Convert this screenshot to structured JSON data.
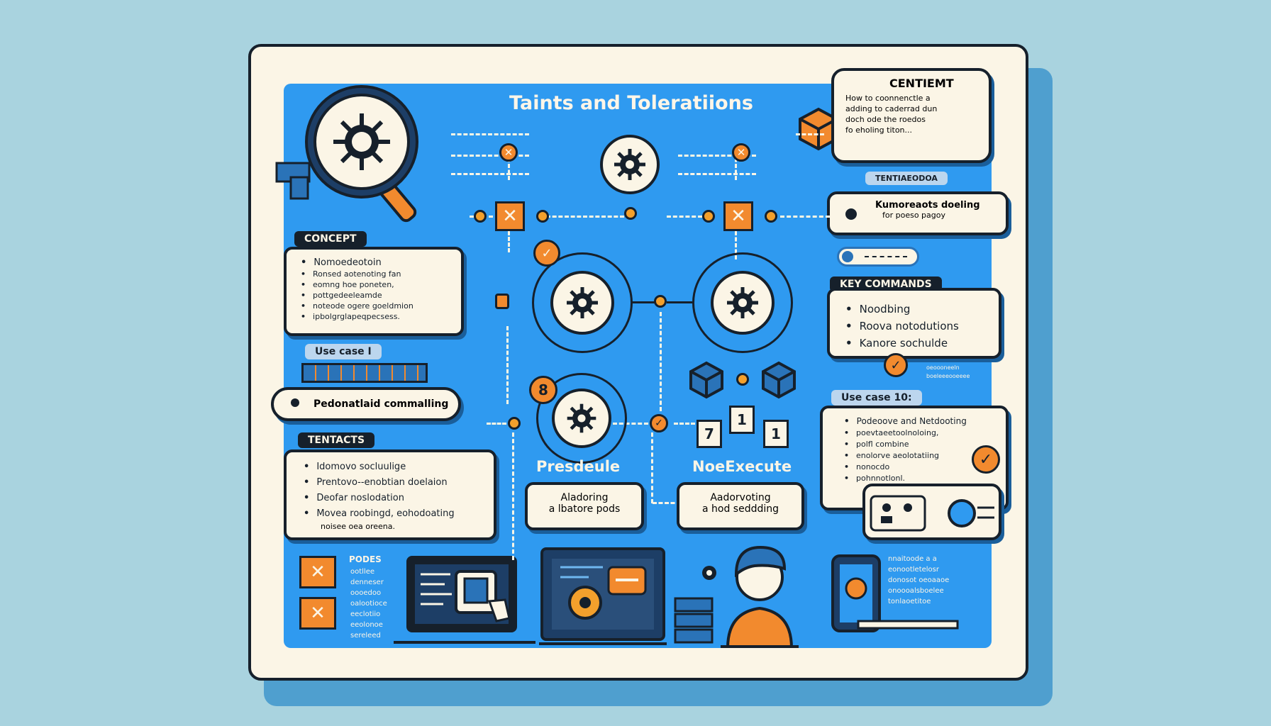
{
  "title": "Taints and Toleratiions",
  "concept": {
    "tab": "CONCEPT",
    "items": [
      "Nomoedeotoin",
      "Ronsed aotenoting fan",
      "eomng hoe poneten,",
      "pottgedeeleamde",
      "noteode ogere goeldmion",
      "ipbolgrglapeqpecsess."
    ]
  },
  "use_case_left": {
    "tab": "Use case I",
    "pill": "Pedonatlaid commalling"
  },
  "tentacts": {
    "tab": "TENTACTS",
    "items": [
      "Idomovo socluulige",
      "Prentovo--enobtian  doelaion",
      "Deofar noslodation",
      "Movea roobingd, eohodoating"
    ],
    "extra": "noisee oea oreena."
  },
  "centiemt": {
    "title": "CENTIEMT",
    "text": [
      "How to coonnenctle a",
      "adding to caderrad dun",
      "doch ode the  roedos",
      "fo eholing titon..."
    ],
    "tab": "TENTIAEODOA"
  },
  "kubernetes_pill": {
    "line1": "Kumoreaots doeling",
    "line2": "for poeso pagoy"
  },
  "key_commands": {
    "tab": "KEY COMMANDS",
    "items": [
      "Noodbing",
      "Roova notodutions",
      "Kanore sochulde"
    ]
  },
  "use_case_right": {
    "tab": "Use case 10:",
    "items": [
      "Podeoove and Netdooting",
      "poevtaeetoolnoloing,",
      "polfl combine",
      "enolorve aeolotatiing",
      "nonocdo",
      "pohnnotlonl."
    ]
  },
  "prefeule": {
    "label": "Presdeule",
    "card": [
      "Aladoring",
      "a lbatore pods"
    ]
  },
  "noexecute": {
    "label": "NoeExecute",
    "card": [
      "Aadorvoting",
      "a hod seddding"
    ]
  },
  "numbers": {
    "eight": "8",
    "seven": "7",
    "one_a": "1",
    "one_b": "1"
  },
  "pods": {
    "title": "PODES",
    "lines": [
      "ootllee",
      "denneser",
      "oooedoo",
      "oalootioce",
      "eeclotiio",
      "eeolonoe",
      "sereleed"
    ]
  },
  "right_note": [
    "nnaitoode a a",
    "eonootletelosr",
    "donosot oeoaaoe",
    "onoooalsboelee",
    "tonlaoetitoe"
  ],
  "tiny_right": [
    "oeoooneeln",
    "boeleeeooeeee"
  ],
  "colors": {
    "panel": "#2f9af0",
    "board": "#fbf5e6",
    "accent": "#f28a2e",
    "ink": "#16202b"
  }
}
